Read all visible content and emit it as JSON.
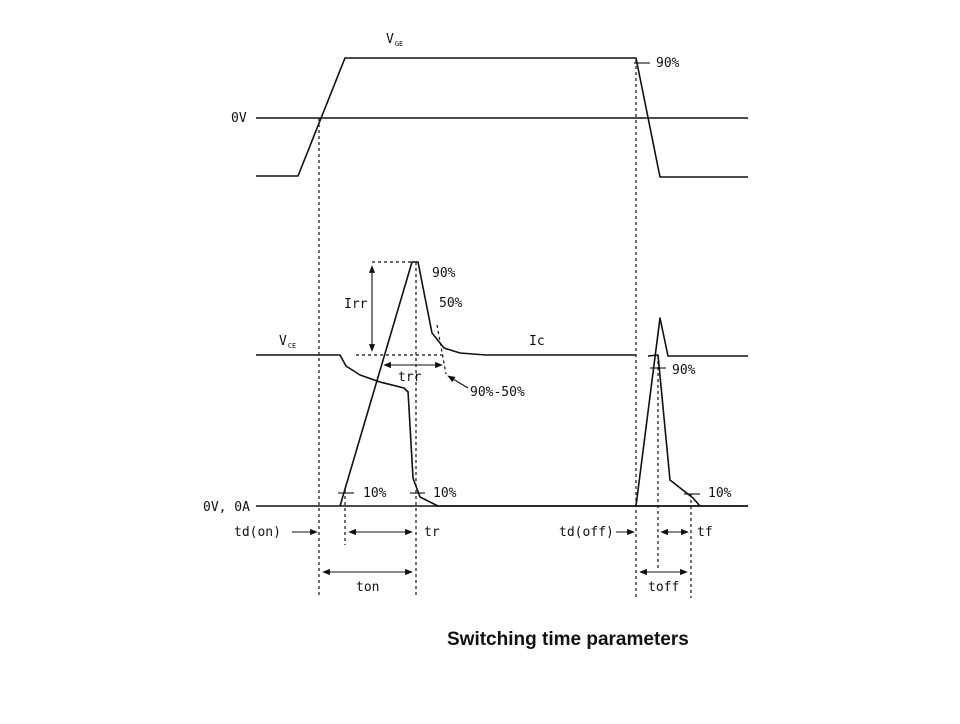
{
  "labels": {
    "vge": "V",
    "vge_sub": "GE",
    "zero_v": "0V",
    "vge_fall_90": "90%",
    "vce": "V",
    "vce_sub": "CE",
    "irr": "Irr",
    "peak_90": "90%",
    "peak_50": "50%",
    "ic": "Ic",
    "trr": "trr",
    "pct_90_50": "90%-50%",
    "ic_off_90": "90%",
    "baseline": "0V, 0A",
    "ic_on_10": "10%",
    "vce_on_10": "10%",
    "ic_off_10": "10%",
    "td_on": "td(on)",
    "tr": "tr",
    "td_off": "td(off)",
    "tf": "tf",
    "ton": "ton",
    "toff": "toff"
  },
  "caption": "Switching time parameters"
}
